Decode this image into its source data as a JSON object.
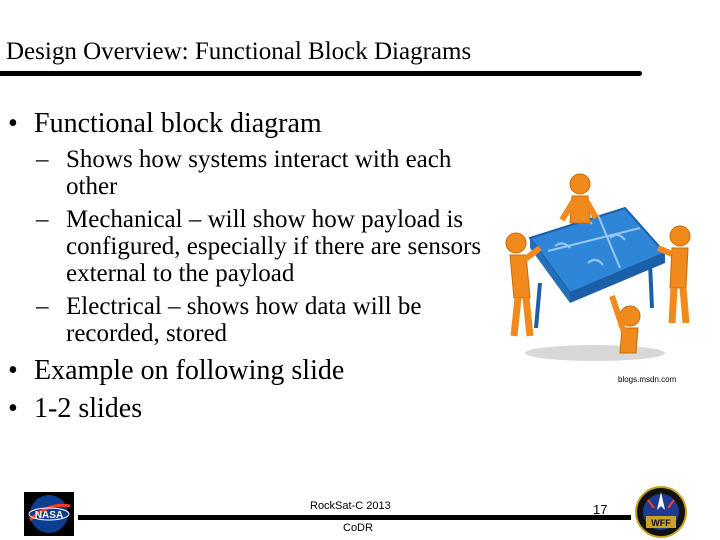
{
  "slide": {
    "title": "Design Overview: Functional Block Diagrams",
    "bullets": [
      {
        "marker": "•",
        "text": "Functional block diagram"
      },
      {
        "marker": "•",
        "text": "Example on following slide"
      },
      {
        "marker": "•",
        "text": "1-2 slides"
      }
    ],
    "sub_bullets": [
      {
        "marker": "–",
        "text": "Shows how systems interact with each other"
      },
      {
        "marker": "–",
        "text": "Mechanical – will show how payload is configured, especially if there are sensors external to the payload"
      },
      {
        "marker": "–",
        "text": "Electrical – shows how data will be recorded, stored"
      }
    ],
    "image_credit": "blogs.msdn.com"
  },
  "footer": {
    "event": "RockSat-C 2013",
    "review": "CoDR",
    "page_number": "17",
    "logo_left_text": "NASA",
    "logo_right_text": "WFF"
  },
  "colors": {
    "puzzle": "#2f86d8",
    "figure": "#f08a1c",
    "nasa_blue": "#0b3d91",
    "nasa_red": "#fc3d21"
  },
  "icons": {
    "illustration": "puzzle-team-icon",
    "left_logo": "nasa-logo-icon",
    "right_logo": "wff-logo-icon"
  }
}
